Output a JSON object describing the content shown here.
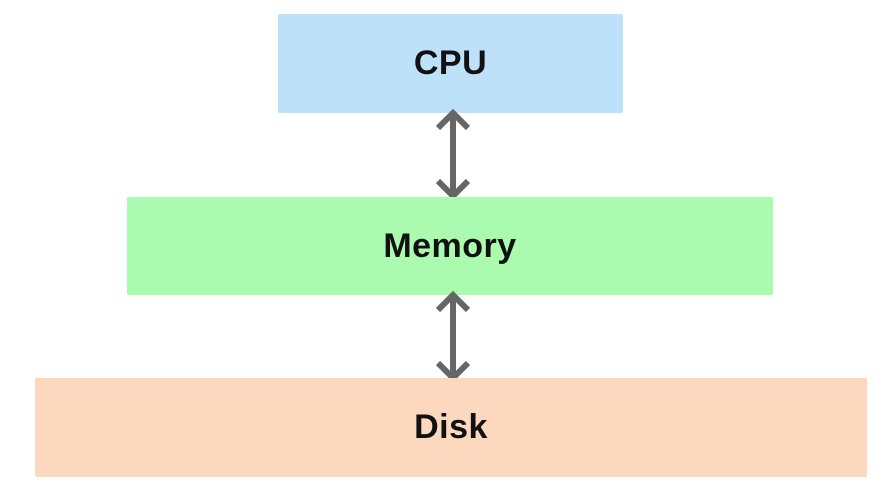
{
  "diagram": {
    "type": "block-diagram",
    "background": "#FFFFFF",
    "nodes": {
      "cpu": {
        "label": "CPU",
        "fill": "#BEE1FA"
      },
      "memory": {
        "label": "Memory",
        "fill": "#AAFAAF"
      },
      "disk": {
        "label": "Disk",
        "fill": "#FCD8BE"
      }
    },
    "edges": [
      {
        "from": "cpu",
        "to": "memory",
        "style": "double-headed-vertical-arrow"
      },
      {
        "from": "memory",
        "to": "disk",
        "style": "double-headed-vertical-arrow"
      }
    ],
    "arrow": {
      "color": "#666666"
    },
    "text_color": "#111111"
  }
}
